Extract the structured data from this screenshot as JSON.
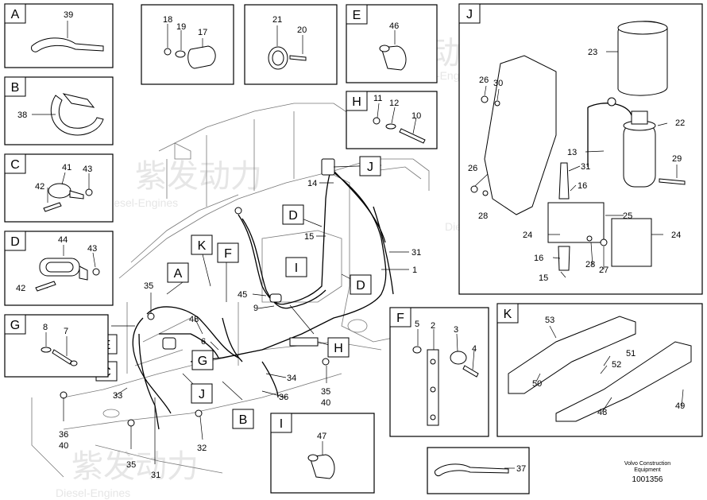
{
  "watermark": {
    "cn": "紫发动力",
    "en": "Diesel-Engines"
  },
  "boxes": {
    "A": {
      "label": "A",
      "parts": [
        "39"
      ]
    },
    "B": {
      "label": "B",
      "parts": [
        "38"
      ]
    },
    "C": {
      "label": "C",
      "parts": [
        "41",
        "43",
        "42"
      ]
    },
    "D": {
      "label": "D",
      "parts": [
        "44",
        "43",
        "42"
      ]
    },
    "G": {
      "label": "G",
      "parts": [
        "8",
        "7"
      ]
    },
    "E": {
      "label": "E",
      "parts": [
        "46"
      ]
    },
    "H": {
      "label": "H",
      "parts": [
        "11",
        "12",
        "10"
      ]
    },
    "F": {
      "label": "F",
      "parts": [
        "5",
        "2",
        "3",
        "4"
      ]
    },
    "I": {
      "label": "I",
      "parts": [
        "47"
      ]
    },
    "K": {
      "label": "K",
      "parts": [
        "53",
        "51",
        "52",
        "50",
        "48",
        "49"
      ]
    },
    "J": {
      "label": "J",
      "parts": [
        "23",
        "26",
        "30",
        "22",
        "13",
        "31",
        "29",
        "26",
        "16",
        "28",
        "25",
        "24",
        "24",
        "16",
        "28",
        "27",
        "15"
      ]
    },
    "top1": {
      "parts": [
        "18",
        "19",
        "17"
      ]
    },
    "top2": {
      "parts": [
        "21",
        "20"
      ]
    },
    "tie": {
      "parts": [
        "37"
      ]
    }
  },
  "main_tags": [
    "J",
    "D",
    "K",
    "F",
    "I",
    "A",
    "E",
    "C",
    "G",
    "J",
    "B",
    "H",
    "D"
  ],
  "main_numbers": [
    "14",
    "15",
    "31",
    "1",
    "45",
    "9",
    "35",
    "45",
    "48",
    "6",
    "34",
    "36",
    "35",
    "40",
    "33",
    "36",
    "40",
    "35",
    "31",
    "32"
  ],
  "footer": {
    "line1": "Volvo Construction",
    "line2": "Equipment",
    "code": "1001356"
  }
}
